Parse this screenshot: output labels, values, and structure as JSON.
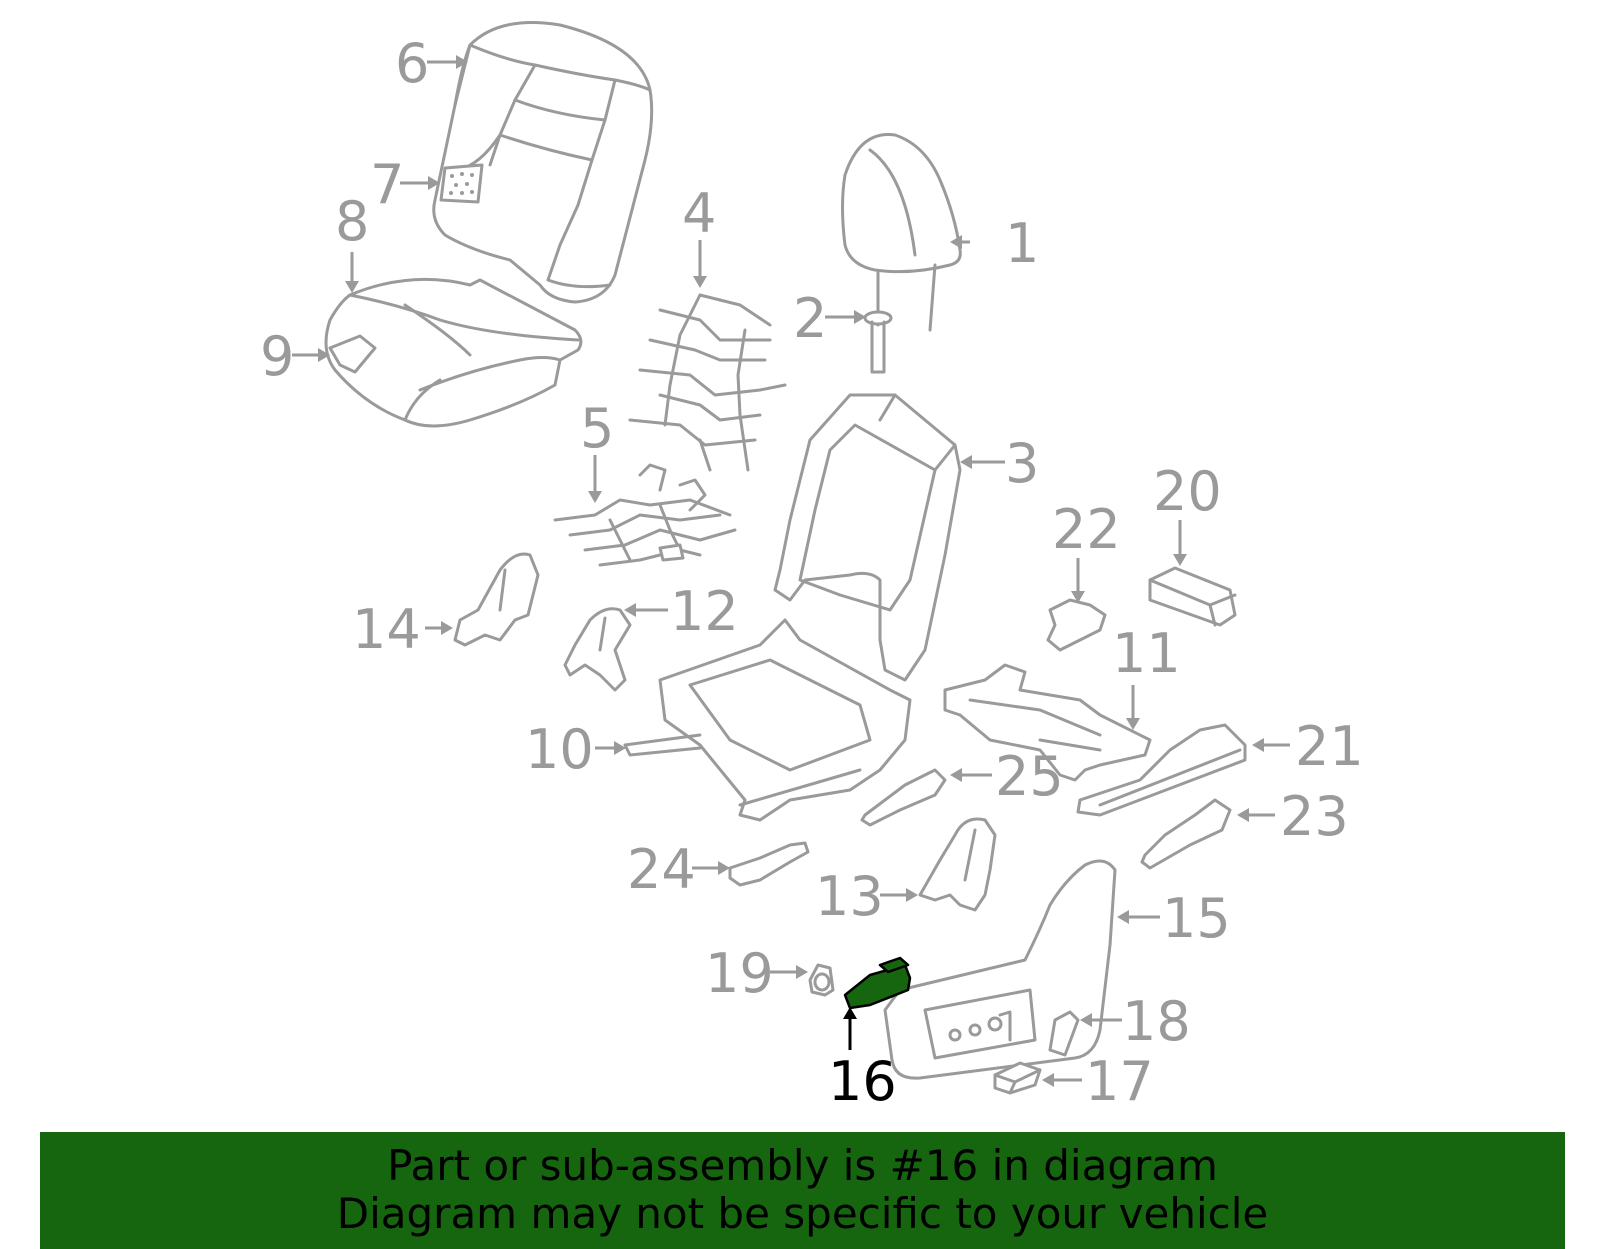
{
  "diagram": {
    "highlighted_part": "16",
    "callouts": [
      "1",
      "2",
      "3",
      "4",
      "5",
      "6",
      "7",
      "8",
      "9",
      "10",
      "11",
      "12",
      "13",
      "14",
      "15",
      "17",
      "18",
      "19",
      "20",
      "21",
      "22",
      "23",
      "24",
      "25"
    ]
  },
  "banner": {
    "line1": "Part or sub-assembly is #16 in diagram",
    "line2": "Diagram may not be specific to your vehicle",
    "color": "#16650f"
  }
}
